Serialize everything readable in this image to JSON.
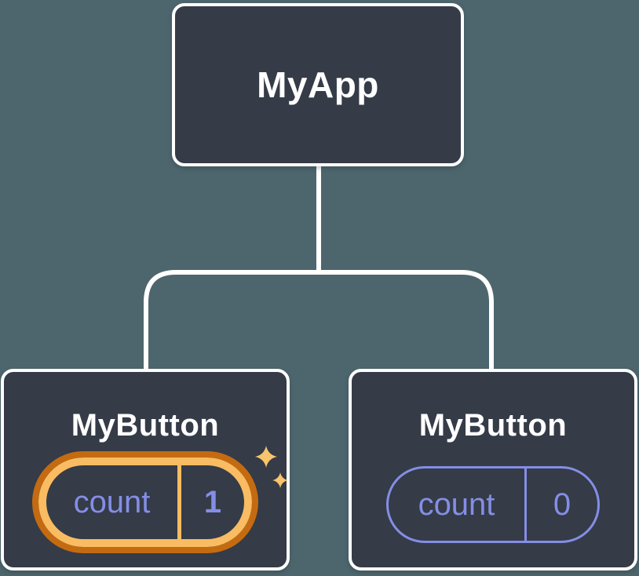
{
  "diagram": {
    "description": "React component tree diagram",
    "root_node": {
      "label": "MyApp"
    },
    "child_nodes": [
      {
        "label": "MyButton",
        "state_name": "count",
        "state_value": "1",
        "highlighted": true
      },
      {
        "label": "MyButton",
        "state_name": "count",
        "state_value": "0",
        "highlighted": false
      }
    ]
  },
  "colors": {
    "background": "#4d666d",
    "node_fill": "#353b47",
    "node_border": "#ffffff",
    "connector": "#ffffff",
    "accent_purple": "#848ee6",
    "highlight_ring_light": "#f9bc62",
    "highlight_ring_dark": "#c46b11",
    "sparkle": "#f8c46c",
    "title_text": "#ffffff"
  },
  "icons": {
    "sparkles": "two four-pointed stars"
  }
}
